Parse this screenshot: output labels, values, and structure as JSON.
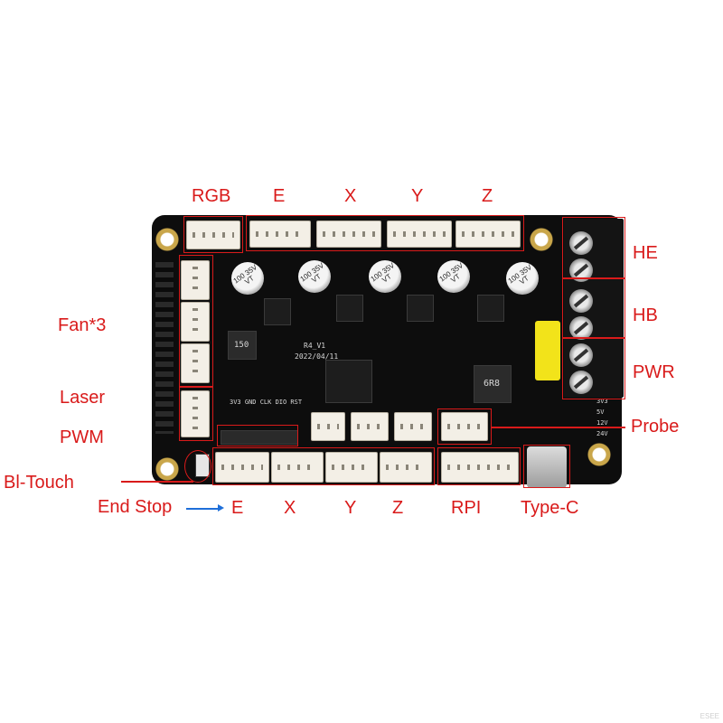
{
  "labels": {
    "rgb": "RGB",
    "top_e": "E",
    "top_x": "X",
    "top_y": "Y",
    "top_z": "Z",
    "he": "HE",
    "hb": "HB",
    "pwr": "PWR",
    "fan": "Fan*3",
    "laser": "Laser",
    "pwm": "PWM",
    "probe": "Probe",
    "bltouch": "Bl-Touch",
    "endstop": "End Stop",
    "bot_e": "E",
    "bot_x": "X",
    "bot_y": "Y",
    "bot_z": "Z",
    "rpi": "RPI",
    "typec": "Type-C"
  },
  "board": {
    "model": "R4_V1",
    "date": "2022/04/11",
    "inductor": "6R8",
    "inductor2": "150",
    "cap_text": "100 35V VT",
    "voltages": [
      "3V3",
      "5V",
      "12V",
      "24V"
    ],
    "pin_labels": "3V3  GND  CLK  DIO  RST"
  },
  "watermark": "ESEE"
}
